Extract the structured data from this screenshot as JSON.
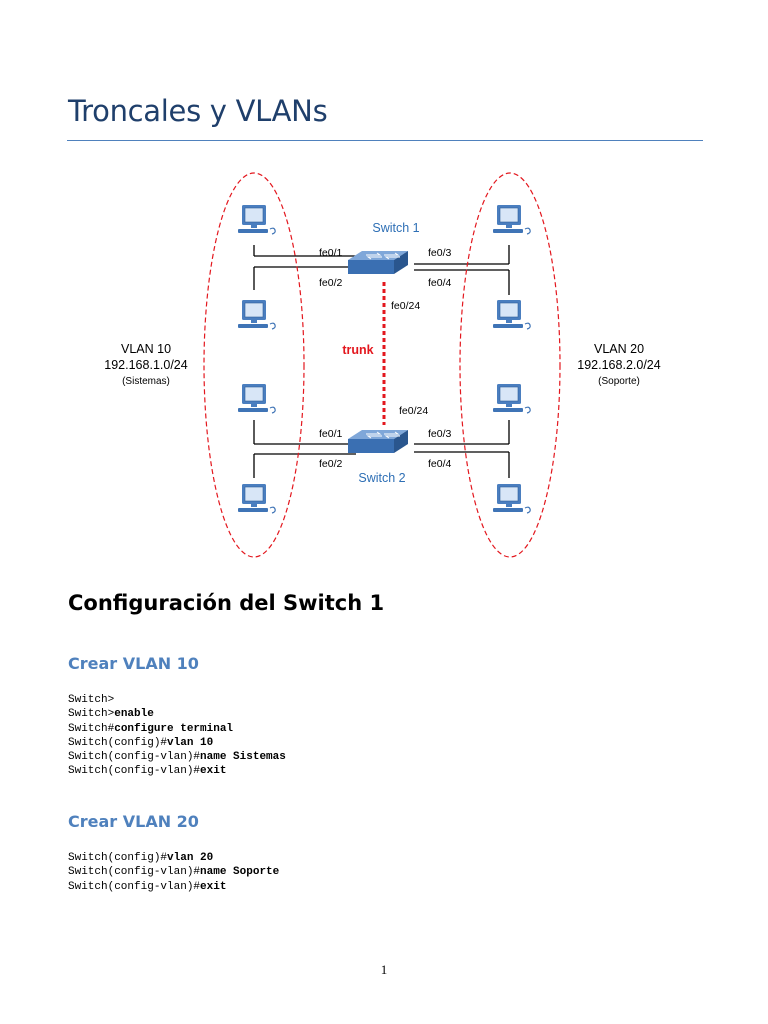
{
  "document": {
    "title": "Troncales y VLANs",
    "page_number": "1"
  },
  "diagram": {
    "switch1": "Switch 1",
    "switch2": "Switch 2",
    "trunk": "trunk",
    "vlan10": {
      "name": "VLAN 10",
      "subnet": "192.168.1.0/24",
      "group": "(Sistemas)"
    },
    "vlan20": {
      "name": "VLAN 20",
      "subnet": "192.168.2.0/24",
      "group": "(Soporte)"
    },
    "ports": {
      "s1_fe01": "fe0/1",
      "s1_fe02": "fe0/2",
      "s1_fe03": "fe0/3",
      "s1_fe04": "fe0/4",
      "s1_fe024": "fe0/24",
      "s2_fe01": "fe0/1",
      "s2_fe02": "fe0/2",
      "s2_fe03": "fe0/3",
      "s2_fe04": "fe0/4",
      "s2_fe024": "fe0/24"
    },
    "colors": {
      "switch": "#4a7ebf",
      "trunk": "#e3171e",
      "vlan_group": "#e3171e",
      "label": "#2e6fb5"
    }
  },
  "section": {
    "heading": "Configuración del Switch 1",
    "vlan10": {
      "heading": "Crear VLAN 10",
      "lines": [
        {
          "prompt": "Switch>",
          "cmd": ""
        },
        {
          "prompt": "Switch>",
          "cmd": "enable"
        },
        {
          "prompt": "Switch#",
          "cmd": "configure terminal"
        },
        {
          "prompt": "Switch(config)#",
          "cmd": "vlan 10"
        },
        {
          "prompt": "Switch(config-vlan)#",
          "cmd": "name Sistemas"
        },
        {
          "prompt": "Switch(config-vlan)#",
          "cmd": "exit"
        }
      ]
    },
    "vlan20": {
      "heading": "Crear VLAN 20",
      "lines": [
        {
          "prompt": "Switch(config)#",
          "cmd": "vlan 20"
        },
        {
          "prompt": "Switch(config-vlan)#",
          "cmd": "name Soporte"
        },
        {
          "prompt": "Switch(config-vlan)#",
          "cmd": "exit"
        }
      ]
    }
  }
}
